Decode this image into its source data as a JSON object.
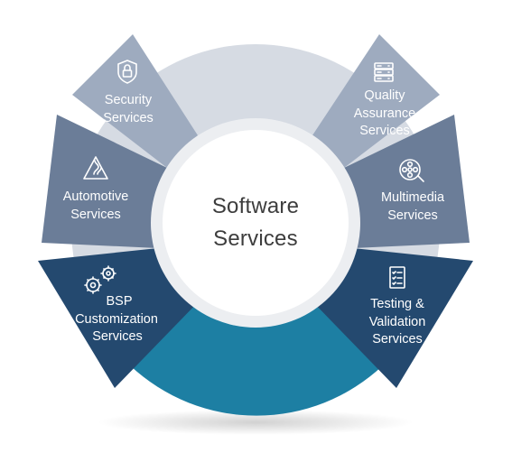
{
  "center": {
    "line1": "Software",
    "line2": "Services"
  },
  "segments": [
    {
      "id": "security",
      "lines": [
        "Security",
        "Services"
      ],
      "icon": "lock-shield-icon",
      "color": "#9eabbf"
    },
    {
      "id": "automotive",
      "lines": [
        "Automotive",
        "Services"
      ],
      "icon": "road-sign-icon",
      "color": "#6b7d98"
    },
    {
      "id": "bsp",
      "lines": [
        "BSP",
        "Customization",
        "Services"
      ],
      "icon": "gears-icon",
      "color": "#24496f"
    },
    {
      "id": "quality",
      "lines": [
        "Quality",
        "Assurance",
        "Services"
      ],
      "icon": "server-icon",
      "color": "#9eabbf"
    },
    {
      "id": "multimedia",
      "lines": [
        "Multimedia",
        "Services"
      ],
      "icon": "film-reel-icon",
      "color": "#6b7d98"
    },
    {
      "id": "testing",
      "lines": [
        "Testing &",
        "Validation",
        "Services"
      ],
      "icon": "checklist-icon",
      "color": "#24496f"
    }
  ],
  "colors": {
    "ring_light": "#d6dbe3",
    "ring_teal": "#1d7fa3",
    "hub": "#ffffff",
    "hub_rim": "#eceef1"
  }
}
